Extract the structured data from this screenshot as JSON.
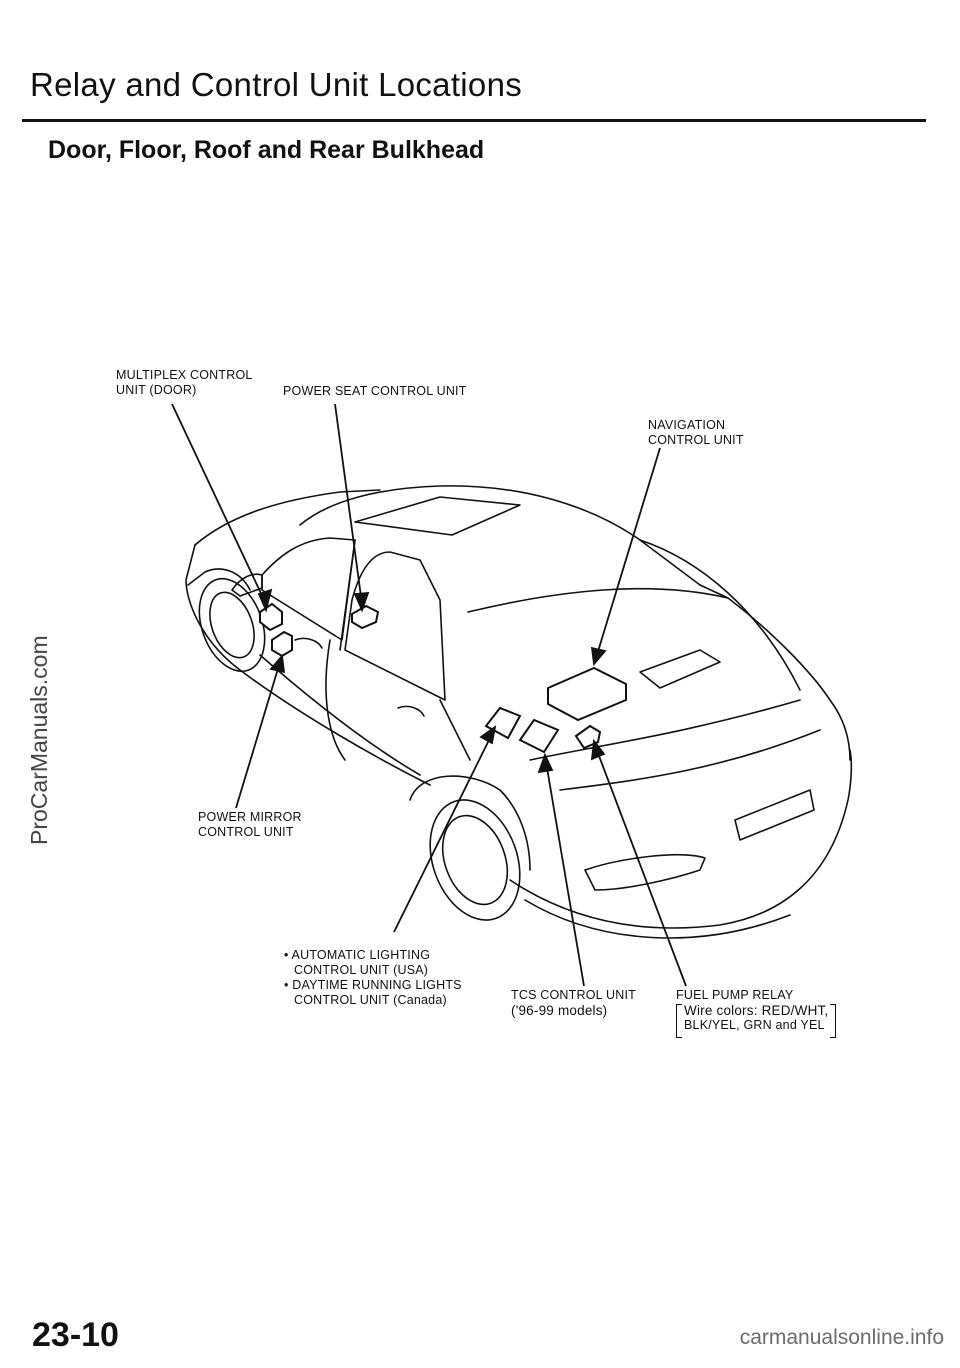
{
  "page": {
    "title": "Relay and Control Unit Locations",
    "subtitle": "Door, Floor, Roof and Rear Bulkhead",
    "page_number": "23-10",
    "watermark_side": "ProCarManuals.com",
    "watermark_footer": "carmanualsonline.info"
  },
  "labels": {
    "multiplex": [
      "MULTIPLEX  CONTROL",
      "UNIT  (DOOR)"
    ],
    "power_seat": "POWER SEAT CONTROL UNIT",
    "navigation": [
      "NAVIGATION",
      "CONTROL  UNIT"
    ],
    "power_mirror": [
      "POWER  MIRROR",
      "CONTROL UNIT"
    ],
    "automatic_lighting": [
      "• AUTOMATIC LIGHTING",
      "CONTROL UNIT (USA)",
      "• DAYTIME RUNNING LIGHTS",
      "CONTROL  UNIT  (Canada)"
    ],
    "tcs": [
      "TCS CONTROL UNIT",
      "('96-99 models)"
    ],
    "fuel_pump": [
      "FUEL PUMP RELAY",
      "Wire colors: RED/WHT,",
      "BLK/YEL, GRN and YEL"
    ]
  }
}
